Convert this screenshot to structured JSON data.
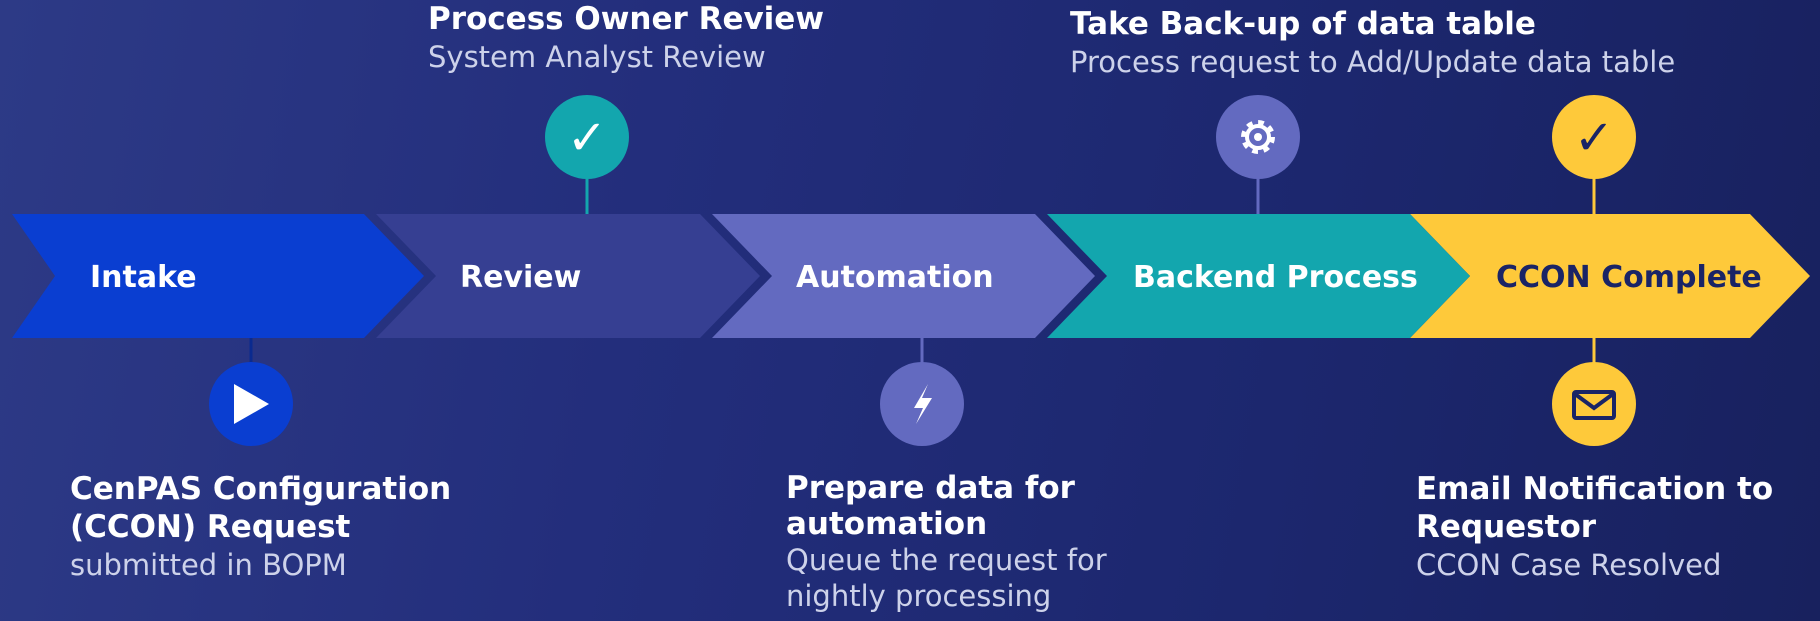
{
  "colors": {
    "intake": "#0a3ed1",
    "review": "#363f92",
    "automation": "#636ac0",
    "backend": "#13a6ae",
    "complete": "#fec93a"
  },
  "stages": [
    {
      "label": "Intake",
      "color": "#0a3ed1",
      "text_color": "#ffffff"
    },
    {
      "label": "Review",
      "color": "#363f92",
      "text_color": "#ffffff"
    },
    {
      "label": "Automation",
      "color": "#636ac0",
      "text_color": "#ffffff"
    },
    {
      "label": "Backend Process",
      "color": "#13a6ae",
      "text_color": "#ffffff"
    },
    {
      "label": "CCON Complete",
      "color": "#fec93a",
      "text_color": "#1a2466"
    }
  ],
  "markers": [
    {
      "icon": "play-icon",
      "color": "#0a3ed1"
    },
    {
      "icon": "check-icon",
      "color": "#13a6ae"
    },
    {
      "icon": "lightning-icon",
      "color": "#636ac0"
    },
    {
      "icon": "gear-icon",
      "color": "#636ac0"
    },
    {
      "icon": "check-icon",
      "color": "#fec93a"
    },
    {
      "icon": "envelope-icon",
      "color": "#fec93a"
    }
  ],
  "annotations": {
    "intake": {
      "title_line1": "CenPAS Configuration",
      "title_line2": "(CCON) Request",
      "sub": "submitted in BOPM"
    },
    "review": {
      "title": "Process Owner Review",
      "sub": "System Analyst Review"
    },
    "automation": {
      "title_line1": "Prepare data for",
      "title_line2": "automation",
      "sub_line1": "Queue the request for",
      "sub_line2": "nightly processing"
    },
    "backend": {
      "title": "Take Back-up of data table",
      "sub": "Process request to Add/Update data table"
    },
    "complete": {
      "title_line1": "Email Notification to",
      "title_line2": "Requestor",
      "sub": "CCON Case Resolved"
    }
  }
}
